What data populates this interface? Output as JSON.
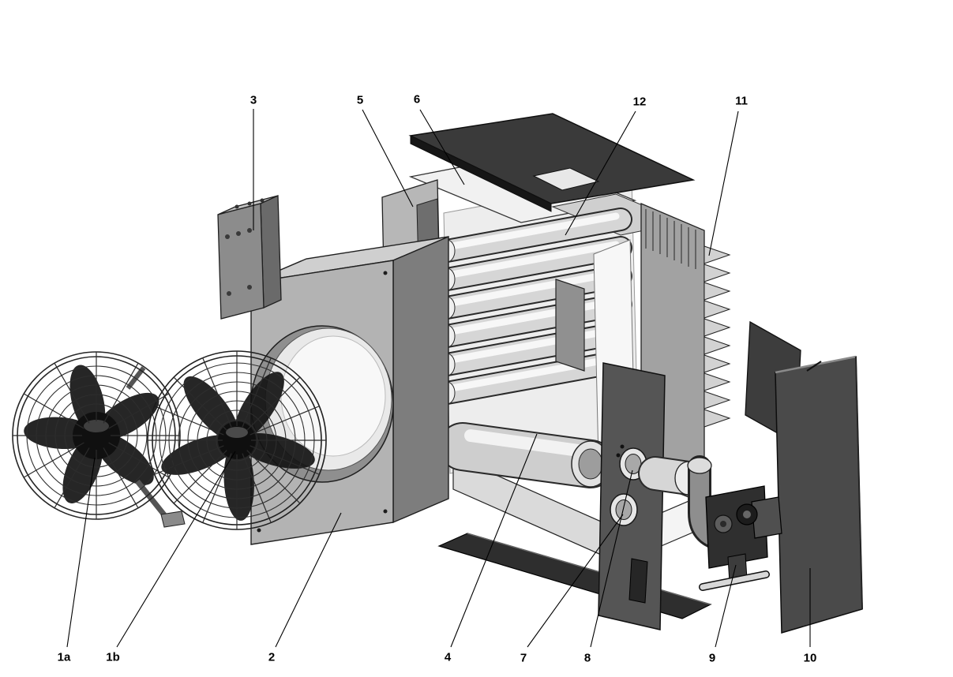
{
  "colors": {
    "background": "#ffffff",
    "outline": "#1a1a1a",
    "dark_panel": "#3a3a3a",
    "mid_gray": "#9a9a9a",
    "light_gray": "#d6d6d6",
    "label_text": "#000000"
  },
  "callouts": {
    "top": [
      {
        "label": "3"
      },
      {
        "label": "5"
      },
      {
        "label": "6"
      },
      {
        "label": "12"
      },
      {
        "label": "11"
      }
    ],
    "bottom": [
      {
        "label": "1a"
      },
      {
        "label": "1b"
      },
      {
        "label": "2"
      },
      {
        "label": "4"
      },
      {
        "label": "7"
      },
      {
        "label": "8"
      },
      {
        "label": "9"
      },
      {
        "label": "10"
      }
    ]
  }
}
